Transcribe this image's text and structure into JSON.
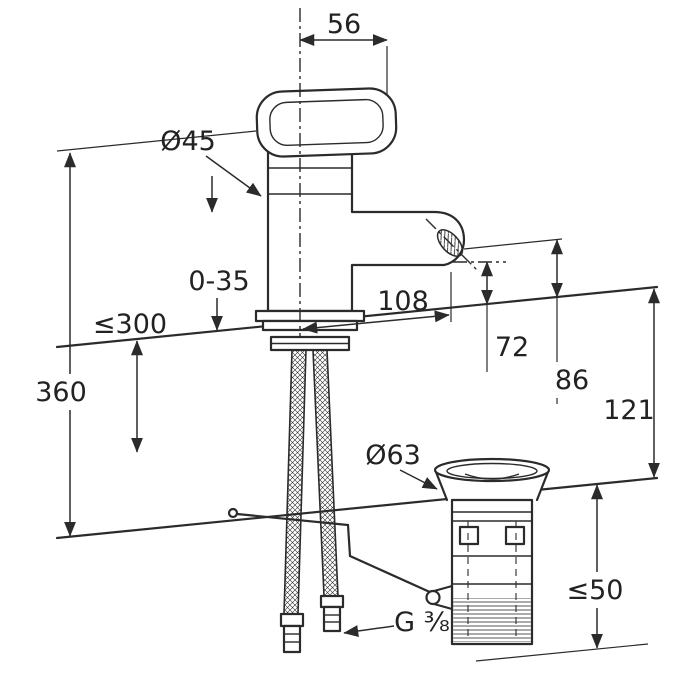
{
  "drawing": {
    "type": "faucet-installation-dimension-drawing",
    "dimensions": {
      "handle_width": "56",
      "body_diameter": "Ø45",
      "clamping_range": "0-35",
      "hose_length": "≤300",
      "total_height": "360",
      "spout_reach": "108",
      "spout_height": "72",
      "outlet_height": "86",
      "right_height": "121",
      "drain_diameter": "Ø63",
      "thread_size": "G ⅜",
      "drain_height": "≤50"
    },
    "colors": {
      "line": "#2b2b2b",
      "background": "#ffffff"
    }
  }
}
